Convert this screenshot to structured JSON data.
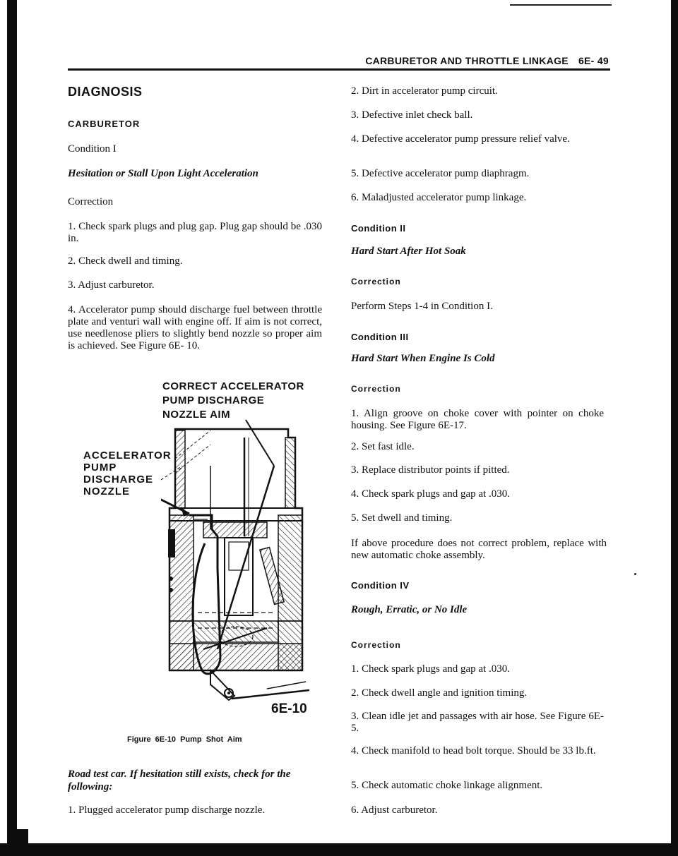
{
  "header": {
    "title": "CARBURETOR AND THROTTLE LINKAGE",
    "page": "6E- 49"
  },
  "left": {
    "diagnosis": "DIAGNOSIS",
    "carburetor": "CARBURETOR",
    "condition1": "Condition I",
    "condition1_title": "Hesitation or Stall Upon Light Acceleration",
    "correction": "Correction",
    "steps": [
      "1. Check spark plugs and plug gap. Plug gap should be .030 in.",
      "2. Check dwell and timing.",
      "3. Adjust carburetor.",
      "4. Accelerator pump should discharge fuel between throttle plate and venturi wall with engine off. If aim is not correct, use needlenose pliers to slightly bend nozzle so proper aim is achieved. See Figure 6E- 10."
    ],
    "road_test": "Road test car. If hesitation still exists, check for the following:",
    "road_step1": "1. Plugged accelerator pump discharge nozzle."
  },
  "figure": {
    "callout": [
      "CORRECT ACCELERATOR",
      "PUMP DISCHARGE",
      "NOZZLE AIM"
    ],
    "label": [
      "ACCELERATOR",
      "PUMP",
      "DISCHARGE",
      "NOZZLE"
    ],
    "tag": "6E-10",
    "caption": "Figure 6E-10 Pump Shot Aim"
  },
  "right": {
    "cond1_steps": [
      "2. Dirt in accelerator pump circuit.",
      "3. Defective inlet check ball.",
      "4. Defective accelerator pump pressure relief valve.",
      "5. Defective accelerator pump diaphragm.",
      "6. Maladjusted accelerator pump linkage."
    ],
    "condition2": "Condition II",
    "condition2_title": "Hard Start After Hot Soak",
    "correction": "Correction",
    "cond2_step": "Perform Steps 1-4 in Condition I.",
    "condition3": "Condition III",
    "condition3_title": "Hard Start When Engine Is Cold",
    "cond3_steps": [
      "1. Align groove on choke cover with pointer on choke housing. See Figure 6E-17.",
      "2. Set fast idle.",
      "3. Replace distributor points if pitted.",
      "4. Check spark plugs and gap at .030.",
      "5. Set dwell and timing.",
      "If above procedure does not correct problem, replace with new automatic choke assembly."
    ],
    "condition4": "Condition IV",
    "condition4_title": "Rough, Erratic, or No Idle",
    "cond4_steps": [
      "1. Check spark plugs and gap at .030.",
      "2. Check dwell angle and ignition timing.",
      "3. Clean idle jet and passages with air hose. See Figure 6E-5.",
      "4. Check manifold to head bolt torque. Should be 33 lb.ft.",
      "5. Check automatic choke linkage alignment.",
      "6. Adjust carburetor."
    ]
  }
}
